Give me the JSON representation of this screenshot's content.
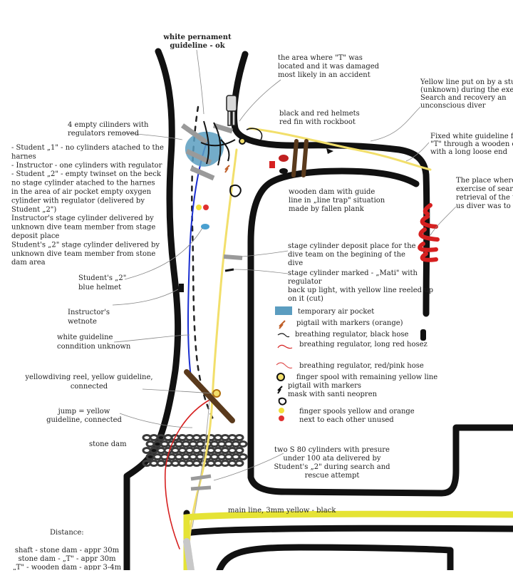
{
  "labels": {
    "white_guideline": [
      "white pernament",
      "guideline - ok"
    ],
    "damaged_area": [
      "the area where \"T\" was",
      "located and it was damaged",
      "most likely in an accident"
    ],
    "helmets": [
      "black and red helmets",
      "red fin with rockboot"
    ],
    "yellow_line_student": [
      "Yellow line put on by a student",
      "(unknown) during the exercise",
      "Search and recovery an",
      "unconscious diver"
    ],
    "fixed_white": [
      "Fixed white guideline from",
      "\"T\" through a wooden dam",
      "with a long loose end"
    ],
    "place_where": [
      "The place where",
      "exercise of sear",
      "retrieval of the u",
      "us diver was to"
    ],
    "empty_cylinders": [
      "4 empty cilinders with",
      "regulators removed"
    ],
    "students_notes": [
      "- Student „1\" - no cylinders atached to the",
      "harnes",
      "- Instructor - one cylinders with regulator",
      "- Student „2\" - empty twinset on the beck",
      "no stage cylinder atached to the harnes",
      "in the area of air pocket empty oxygen",
      "cylinder with regulator (delivered by",
      "Student „2\")",
      "Instructor's stage cylinder delivered by",
      "unknown dive team member from stage",
      "deposit place",
      "Student's „2\" stage cylinder delivered by",
      "unknown dive team member from stone",
      "dam area"
    ],
    "wooden_dam": [
      "wooden dam with guide",
      "line in „line trap\" situation",
      "made by fallen plank"
    ],
    "stage_deposit": [
      "stage cylinder deposit place for the",
      "dive team on the begining of the",
      "dive"
    ],
    "stage_mati": [
      "stage cylinder marked - „Mati\" with",
      "regulator"
    ],
    "backup_light": [
      "back up light, with yellow line reeled up",
      "on it (cut)"
    ],
    "student2_helmet": [
      "Student's „2\"",
      "blue helmet"
    ],
    "instructor_wetnote": [
      "Instructor's",
      "wetnote"
    ],
    "white_unknown": [
      "white guideline",
      "conndition unknown"
    ],
    "yellow_reel": [
      "yellowdiving reel, yellow guideline,",
      "connected"
    ],
    "jump": [
      "jump = yellow",
      "guideline, connected"
    ],
    "stone_dam": "stone dam",
    "s80": [
      "two S 80 cylinders with presure",
      "under 100 ata delivered by",
      "Student's „2\" during search and",
      "rescue attempt"
    ],
    "main_line": "main line, 3mm yellow - black",
    "distance_title": "Distance:",
    "distances": [
      "shaft - stone dam - appr 30m",
      "stone dam - „T\" - appr 30m",
      "„T\" - wooden dam - appr 3-4m"
    ]
  },
  "legend": [
    {
      "icon": "air-pocket",
      "label": "temporary air pocket"
    },
    {
      "icon": "pigtail-orange",
      "label": "pigtail with markers (orange)"
    },
    {
      "icon": "regulator-black",
      "label": "breathing regulator, black hose"
    },
    {
      "icon": "regulator-red",
      "label": "breathing regulator, long red hosez"
    },
    {
      "icon": "regulator-pink",
      "label": "breathing regulator, red/pink hose"
    },
    {
      "icon": "finger-spool",
      "label": "finger spool with remaining yellow line"
    },
    {
      "icon": "pigtail",
      "label": "pigtail with markers"
    },
    {
      "icon": "mask",
      "label": "mask with santi neopren"
    },
    {
      "icon": "finger-spools-yellow-orange",
      "label": "finger spools yellow and orange"
    },
    {
      "icon": "none",
      "label": "next to each other unused"
    }
  ],
  "colors": {
    "wall": "#111111",
    "yellow_line": "#f2df6b",
    "main_line": "#e5e335",
    "blue_line": "#1a2fd0",
    "red_line": "#d62020",
    "air_pocket": "#5b9dc0",
    "wood": "#5a3a1c",
    "stone": "#3a3a3a"
  }
}
